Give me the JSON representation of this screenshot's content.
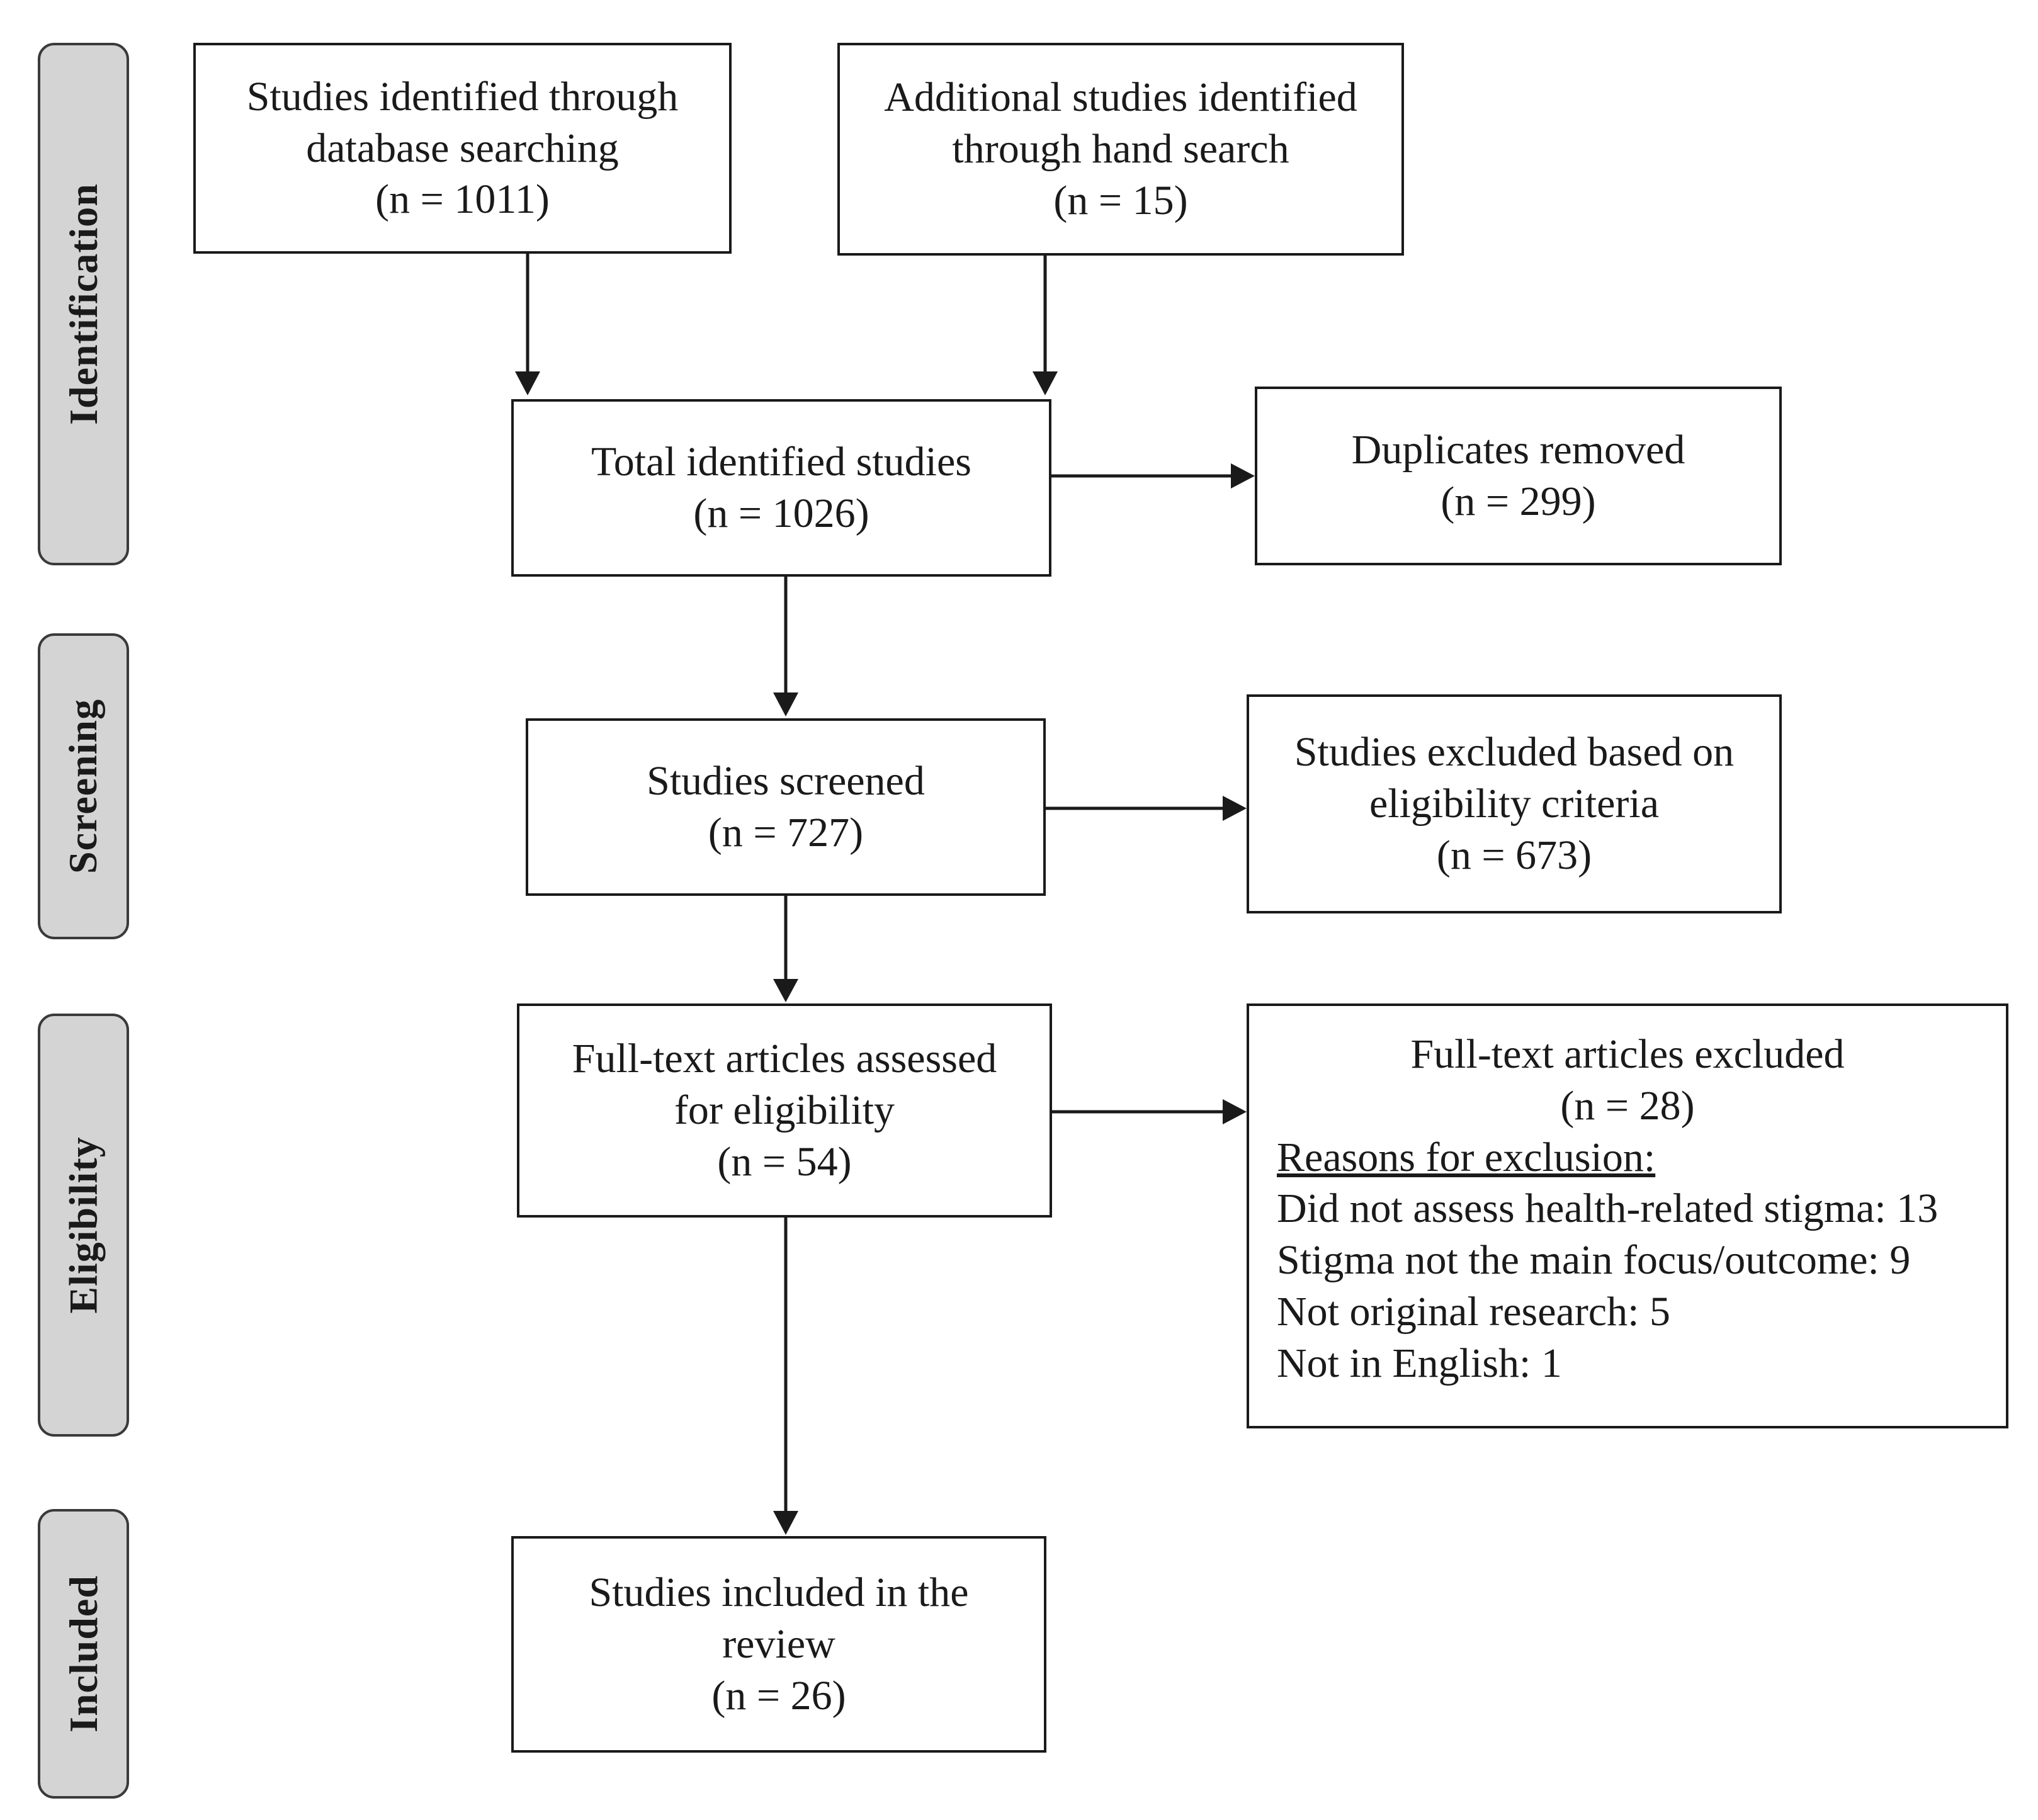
{
  "phases": {
    "identification": "Identification",
    "screening": "Screening",
    "eligibility": "Eligibility",
    "included": "Included"
  },
  "boxes": {
    "database": {
      "lines": [
        "Studies identified through",
        "database searching",
        "(n = 1011)"
      ]
    },
    "hand_search": {
      "lines": [
        "Additional studies identified",
        "through hand search",
        "(n = 15)"
      ]
    },
    "total": {
      "lines": [
        "Total identified studies",
        "(n = 1026)"
      ]
    },
    "duplicates": {
      "lines": [
        "Duplicates removed",
        "(n = 299)"
      ]
    },
    "screened": {
      "lines": [
        "Studies screened",
        "(n = 727)"
      ]
    },
    "excluded_screen": {
      "lines": [
        "Studies excluded based on",
        "eligibility criteria",
        "(n = 673)"
      ]
    },
    "fulltext": {
      "lines": [
        "Full-text articles assessed",
        "for eligibility",
        "(n = 54)"
      ]
    },
    "fulltext_excluded": {
      "title": "Full-text articles excluded",
      "count": "(n = 28)",
      "reasons_heading": "Reasons for exclusion:",
      "reasons": [
        "Did not assess health-related stigma: 13",
        "Stigma not the main focus/outcome: 9",
        "Not original research: 5",
        "Not in English: 1"
      ]
    },
    "included": {
      "lines": [
        "Studies included in the",
        "review",
        "(n = 26)"
      ]
    }
  }
}
